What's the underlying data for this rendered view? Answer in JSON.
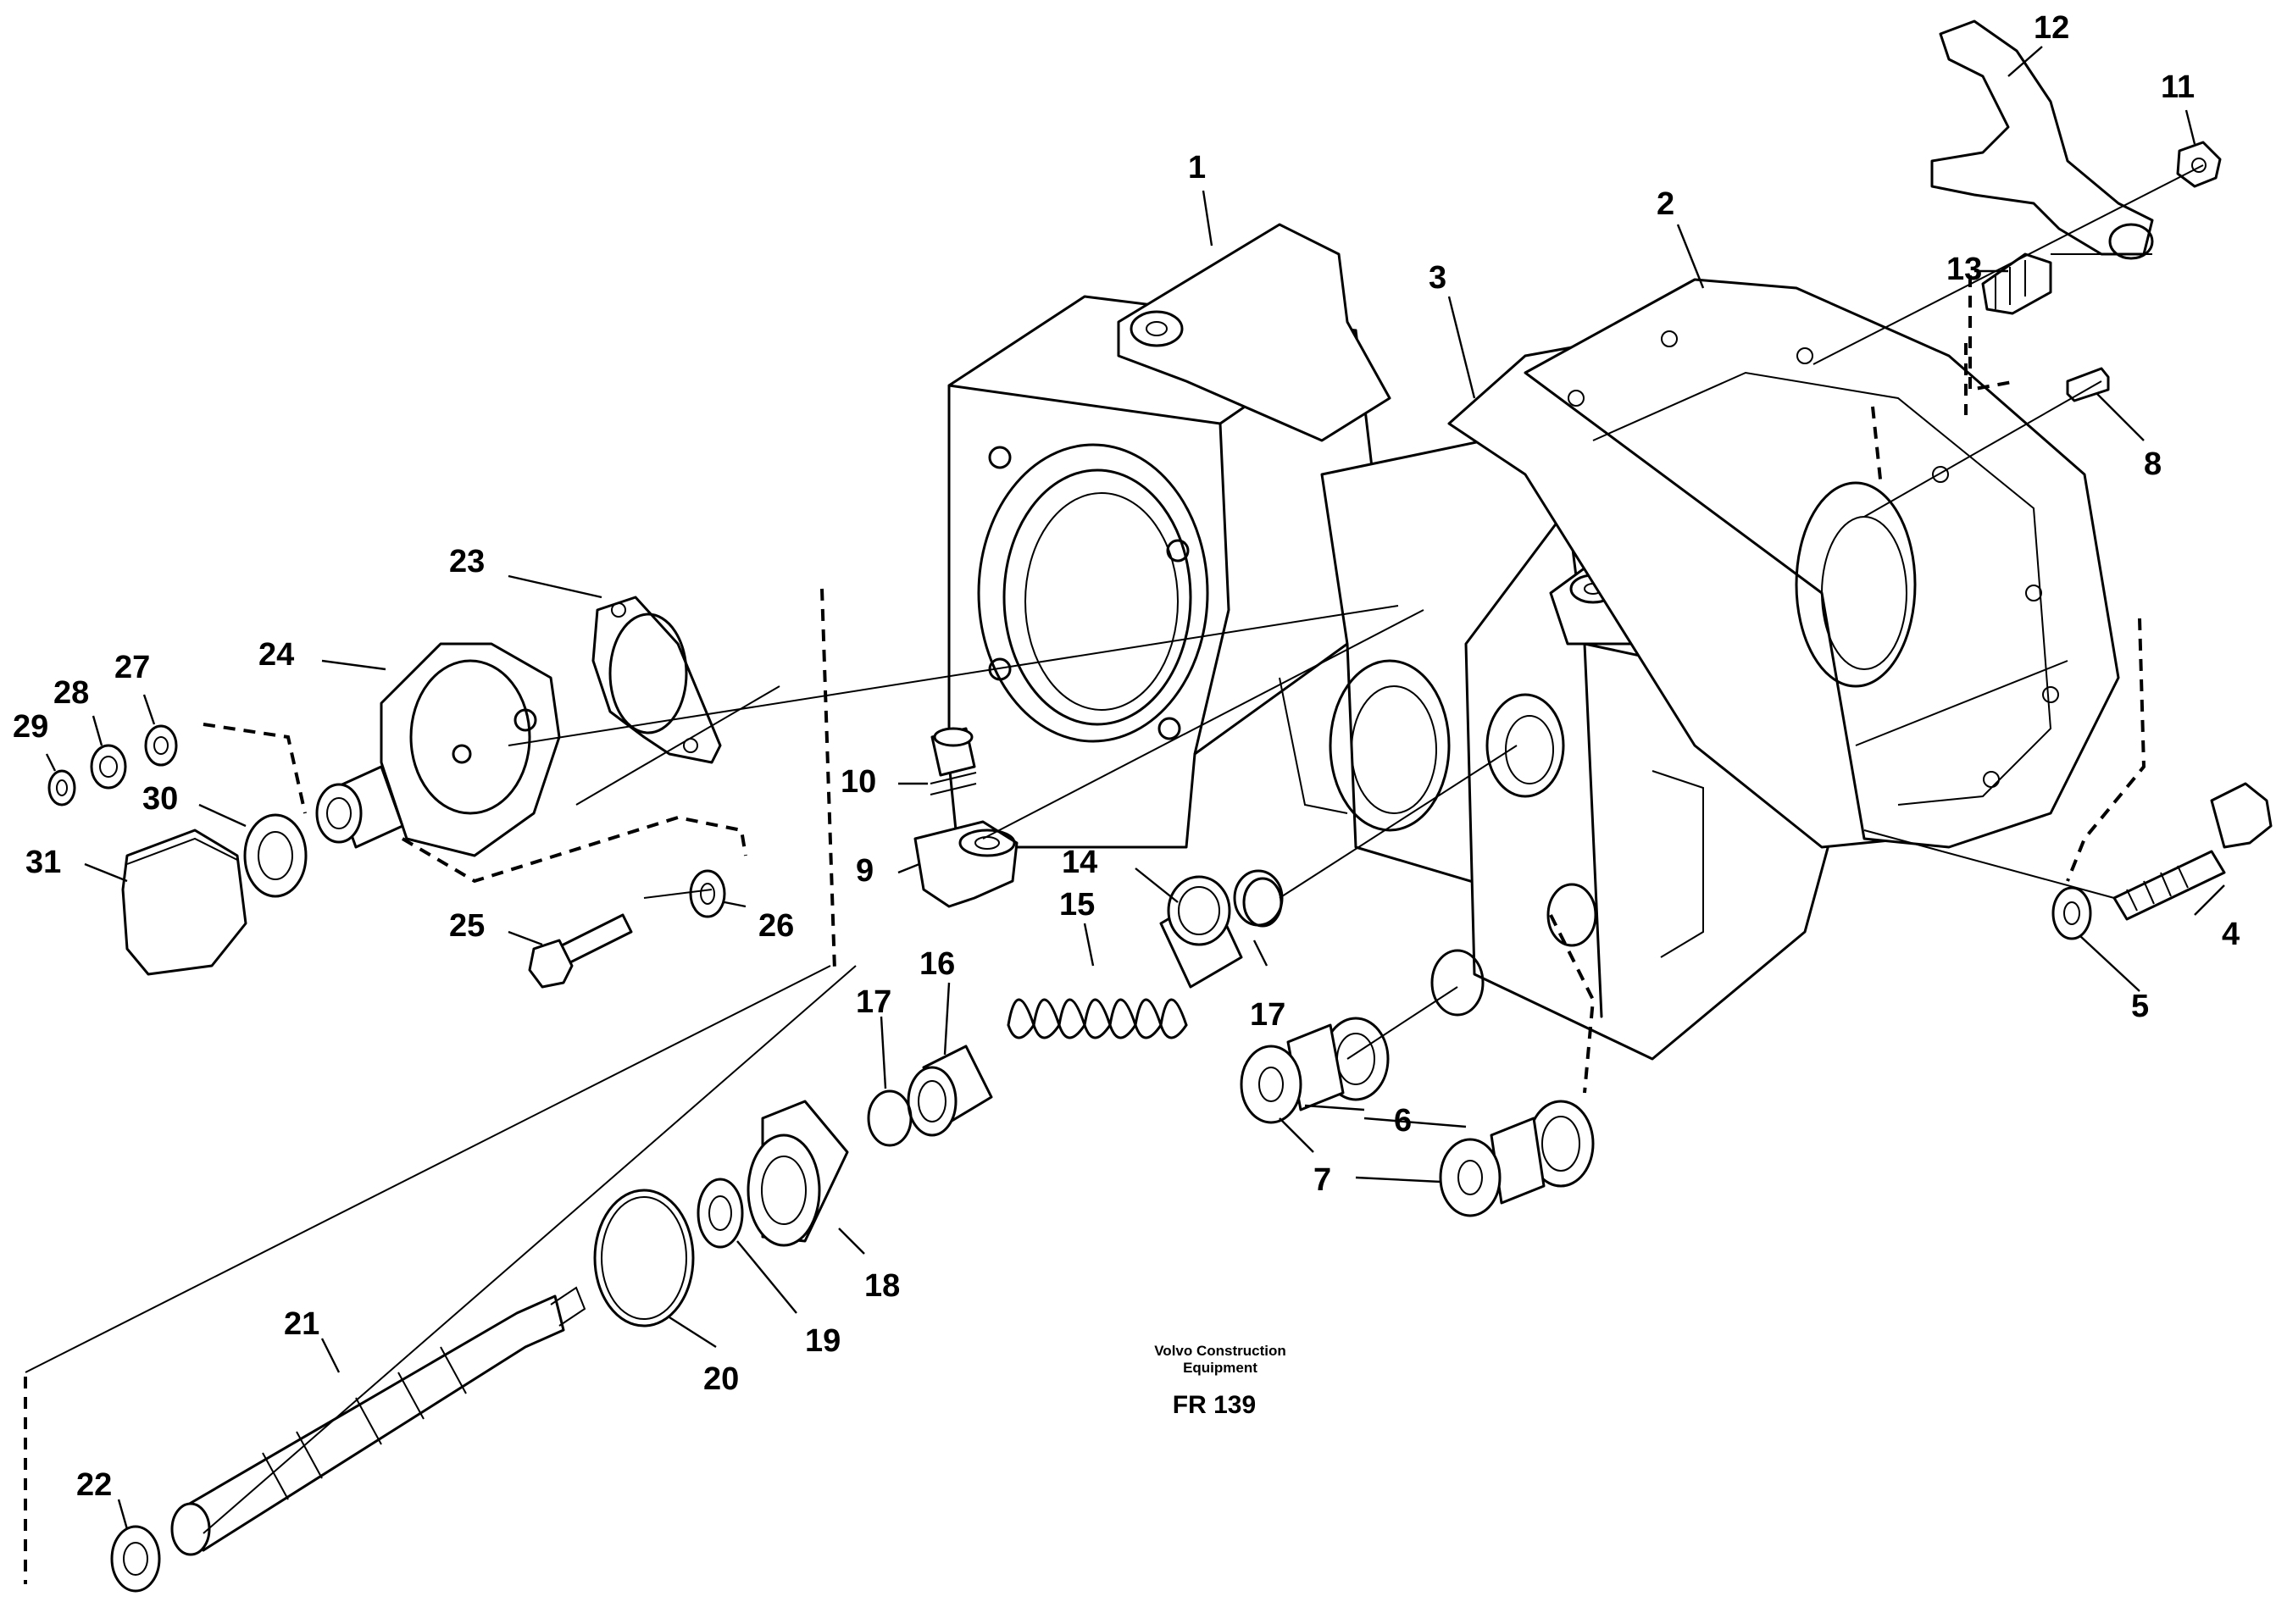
{
  "caption": {
    "manufacturer_line1": "Volvo Construction",
    "manufacturer_line2": "Equipment",
    "figure_code": "FR 139"
  },
  "callouts": [
    "1",
    "2",
    "3",
    "4",
    "5",
    "6",
    "7",
    "8",
    "9",
    "10",
    "11",
    "12",
    "13",
    "14",
    "15",
    "16",
    "17",
    "17",
    "18",
    "19",
    "20",
    "21",
    "22",
    "23",
    "24",
    "25",
    "26",
    "27",
    "28",
    "29",
    "30",
    "31"
  ]
}
